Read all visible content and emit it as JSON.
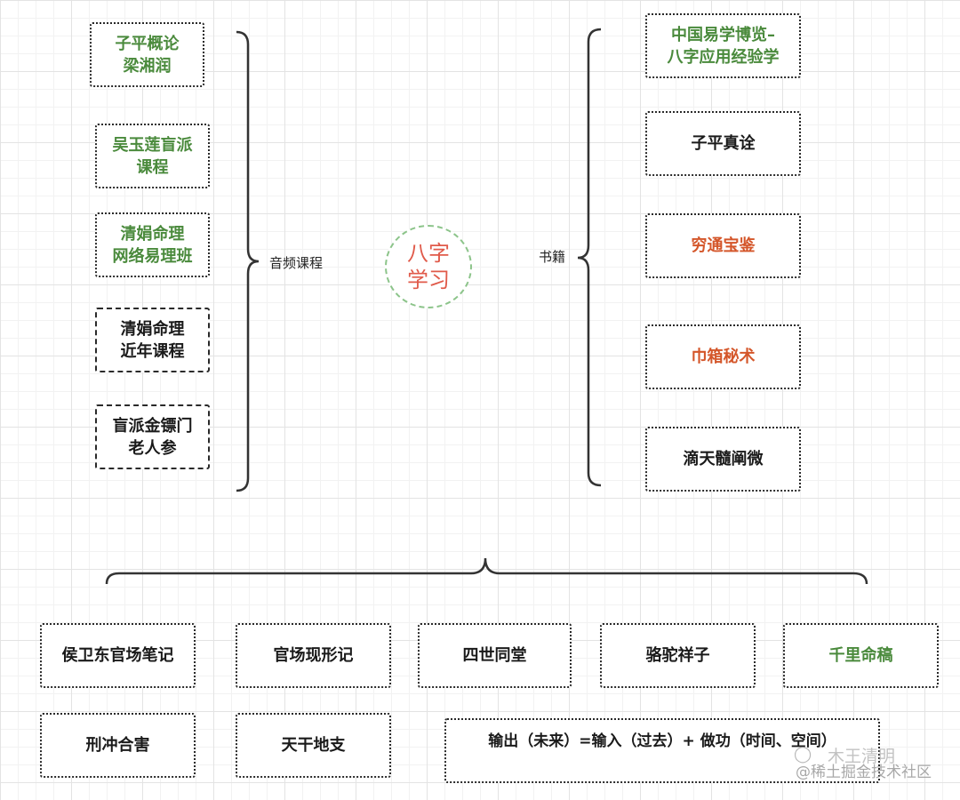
{
  "center": {
    "text": "八字\n学习"
  },
  "labels": {
    "audio": "音频课程",
    "books": "书籍"
  },
  "audio_courses": [
    {
      "text": "子平概论\n梁湘润",
      "color": "green",
      "border": "dotted"
    },
    {
      "text": "吴玉莲盲派\n课程",
      "color": "green",
      "border": "dotted"
    },
    {
      "text": "清娟命理\n网络易理班",
      "color": "green",
      "border": "dotted"
    },
    {
      "text": "清娟命理\n近年课程",
      "color": "black",
      "border": "dashed"
    },
    {
      "text": "盲派金镖门\n老人参",
      "color": "black",
      "border": "dashed"
    }
  ],
  "books": [
    {
      "text": "中国易学博览–\n八字应用经验学",
      "color": "green"
    },
    {
      "text": "子平真诠",
      "color": "black"
    },
    {
      "text": "穷通宝鉴",
      "color": "orange"
    },
    {
      "text": "巾箱秘术",
      "color": "orange"
    },
    {
      "text": "滴天髓阐微",
      "color": "black"
    }
  ],
  "bottom": [
    {
      "text": "侯卫东官场笔记",
      "color": "black"
    },
    {
      "text": "官场现形记",
      "color": "black"
    },
    {
      "text": "四世同堂",
      "color": "black"
    },
    {
      "text": "骆驼祥子",
      "color": "black"
    },
    {
      "text": "千里命稿",
      "color": "green"
    },
    {
      "text": "刑冲合害",
      "color": "black"
    },
    {
      "text": "天干地支",
      "color": "black"
    },
    {
      "text": "输出（未来）=输入（过去）+ 做功（时间、空间）",
      "color": "black"
    }
  ],
  "watermark": {
    "line1": "木王清明",
    "line2": "@稀土掘金技术社区"
  }
}
